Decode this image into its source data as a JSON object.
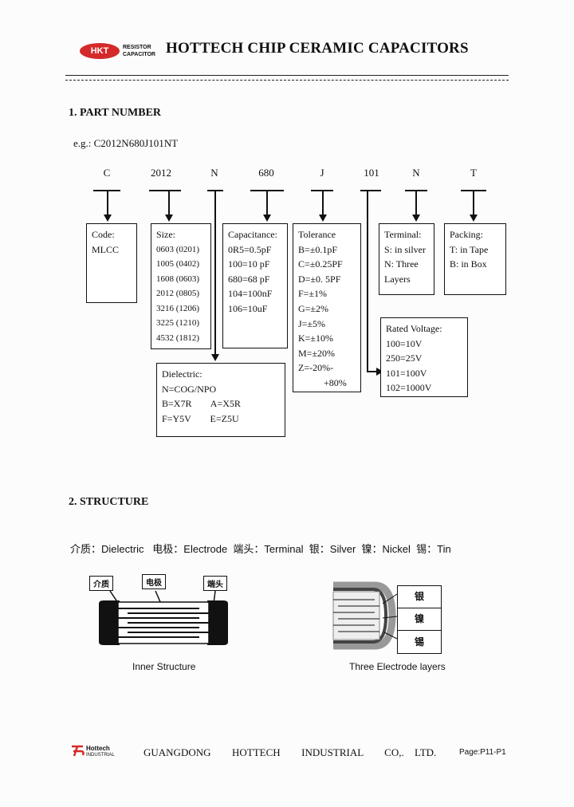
{
  "header": {
    "logo_oval": "HKT",
    "logo_line1": "RESISTOR",
    "logo_line2": "CAPACITOR",
    "title": "HOTTECH CHIP CERAMIC CAPACITORS"
  },
  "section1": {
    "heading": "1.   PART NUMBER",
    "example": "e.g.: C2012N680J101NT",
    "codes": [
      "C",
      "2012",
      "N",
      "680",
      "J",
      "101",
      "N",
      "T"
    ],
    "code_box": {
      "title": "Code:",
      "lines": [
        "MLCC"
      ]
    },
    "size_box": {
      "title": "Size:",
      "lines": [
        "0603 (0201)",
        "1005 (0402)",
        "1608 (0603)",
        "2012 (0805)",
        "3216 (1206)",
        "3225 (1210)",
        "4532 (1812)"
      ]
    },
    "cap_box": {
      "title": "Capacitance:",
      "lines": [
        "0R5=0.5pF",
        "100=10 pF",
        "680=68 pF",
        "104=100nF",
        "106=10uF"
      ]
    },
    "tol_box": {
      "title": "Tolerance",
      "lines": [
        "B=±0.1pF",
        "C=±0.25PF",
        "D=±0. 5PF",
        "F=±1%",
        "G=±2%",
        "J=±5%",
        "K=±10%",
        "M=±20%",
        "Z=-20%-",
        "+80%"
      ]
    },
    "term_box": {
      "title": "Terminal:",
      "lines": [
        "S: in silver",
        "N:    Three",
        "Layers"
      ]
    },
    "pack_box": {
      "title": "Packing:",
      "lines": [
        "T: in Tape",
        "B: in Box"
      ]
    },
    "volt_box": {
      "title": "Rated Voltage:",
      "lines": [
        "100=10V",
        "250=25V",
        "101=100V",
        "102=1000V"
      ]
    },
    "diel_box": {
      "title": "Dielectric:",
      "lines": [
        "N=COG/NPO",
        "B=X7R        A=X5R",
        "F=Y5V        E=Z5U"
      ]
    }
  },
  "section2": {
    "heading": "2.   STRUCTURE",
    "legend": "介质：Dielectric   电极：Electrode  端头：Terminal  银：Silver  镍：Nickel  锡：Tin",
    "inner_labels": [
      "介质",
      "电极",
      "端头"
    ],
    "inner_caption": "Inner Structure",
    "layer_labels": [
      "银",
      "镍",
      "锡"
    ],
    "layer_caption": "Three Electrode layers"
  },
  "footer": {
    "logo_line1": "Hottech",
    "logo_line2": "INDUSTRIAL",
    "company": "GUANGDONG  HOTTECH  INDUSTRIAL  CO,. LTD.",
    "page": "Page:P11-P1"
  }
}
